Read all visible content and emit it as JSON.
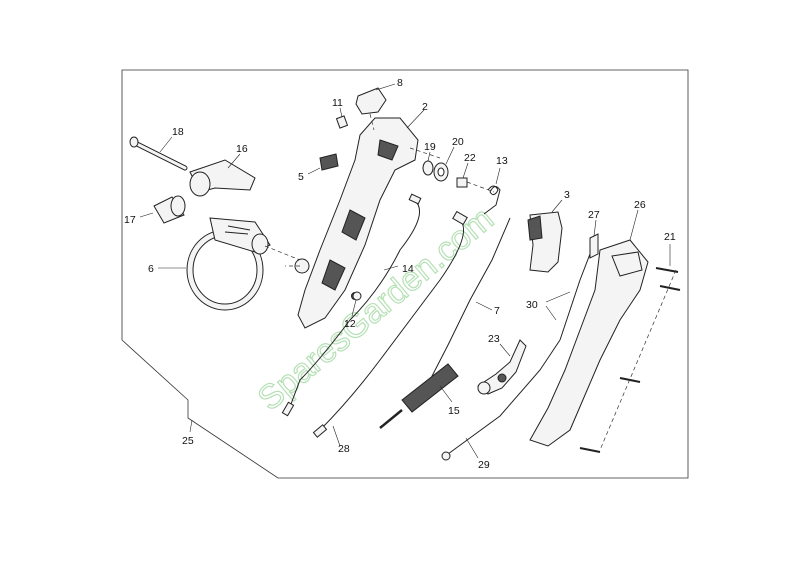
{
  "diagram": {
    "part_numbers": {
      "p2": "2",
      "p3": "3",
      "p5": "5",
      "p6": "6",
      "p7": "7",
      "p8": "8",
      "p11": "11",
      "p12": "12",
      "p13": "13",
      "p14": "14",
      "p15": "15",
      "p16": "16",
      "p17": "17",
      "p18": "18",
      "p19": "19",
      "p20": "20",
      "p21": "21",
      "p22": "22",
      "p23": "23",
      "p25": "25",
      "p26": "26",
      "p27": "27",
      "p28": "28",
      "p29": "29",
      "p30": "30"
    },
    "watermark": "SparesGarden.com",
    "colors": {
      "line": "#222222",
      "watermark": "#a9dba9",
      "background": "#ffffff"
    }
  }
}
